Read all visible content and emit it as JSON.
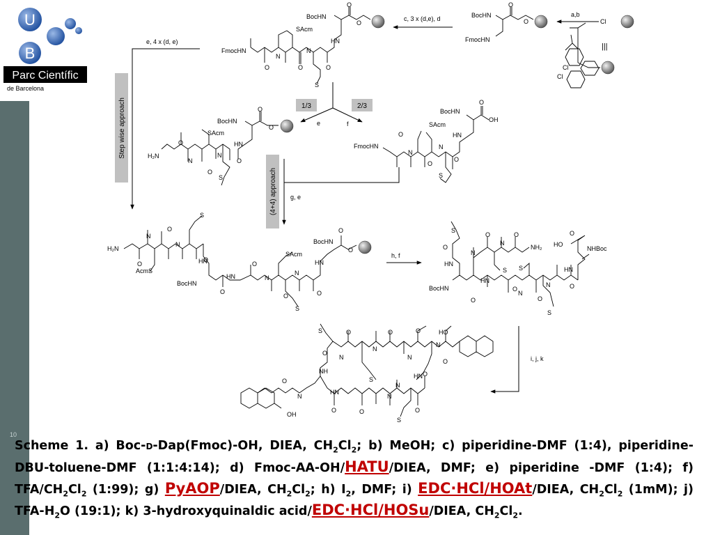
{
  "logo": {
    "letter_u": "U",
    "letter_b": "B",
    "name": "Parc Científic",
    "subtitle": "de Barcelona"
  },
  "page_number": "10",
  "arrows": {
    "a_b": "a,b",
    "c_d": "c, 3 x (d,e), d",
    "e_d_e": "e, 4 x (d, e)",
    "split_left": "1/3",
    "split_right": "2/3",
    "e": "e",
    "f": "f",
    "g_e": "g, e",
    "h_f": "h, f",
    "i_j_k": "i, j, k"
  },
  "approaches": {
    "stepwise": "Step wise approach",
    "four_plus_four": "(4+4) approach"
  },
  "chem_labels": {
    "boc_hn": "BocHN",
    "fmoc_hn": "FmocHN",
    "hn": "HN",
    "nh": "NH",
    "n": "N",
    "o": "O",
    "s": "S",
    "sacm": "SAcm",
    "acms": "AcmS",
    "oh": "OH",
    "ho": "HO",
    "cl": "Cl",
    "h2n": "H₂N",
    "nh2": "NH₂",
    "nhboc": "NHBoc",
    "triple_bar": "|||"
  },
  "caption": {
    "part1": "Scheme 1. a) Boc-",
    "d_prefix": "D",
    "part2": "-Dap(Fmoc)-OH, DIEA, CH",
    "part3": "Cl",
    "part4": "; b) MeOH; c) piperidine-DMF (1:4), piperidine-DBU-toluene-DMF (1:1:4:14); d) Fmoc-AA-OH/",
    "link_hatu": "HATU",
    "part5": "/DIEA, DMF; e) piperidine -DMF (1:4); f) TFA/CH",
    "part6": "Cl",
    "part7": " (1:99); g) ",
    "link_pyaop": "PyAOP",
    "part8": "/DIEA, CH",
    "part9": "Cl",
    "part10": "; h) I",
    "part11": ", DMF; i) ",
    "link_edc_hoat": "EDC·HCl/HOAt",
    "part12": "/DIEA, CH",
    "part13": "Cl",
    "part14": " (1mM); j) TFA-H",
    "part15": "O (19:1); k) 3-hydroxyquinaldic acid/",
    "link_edc_hosu": "EDC·HCl/HOSu",
    "part16": "/DIEA, CH",
    "part17": "Cl",
    "part18": ".",
    "sub2": "2"
  },
  "colors": {
    "sidebar": "#5a6e6e",
    "logo_blue": "#1f4f9e",
    "link_red": "#c00000",
    "approach_box": "#c0c0c0"
  }
}
